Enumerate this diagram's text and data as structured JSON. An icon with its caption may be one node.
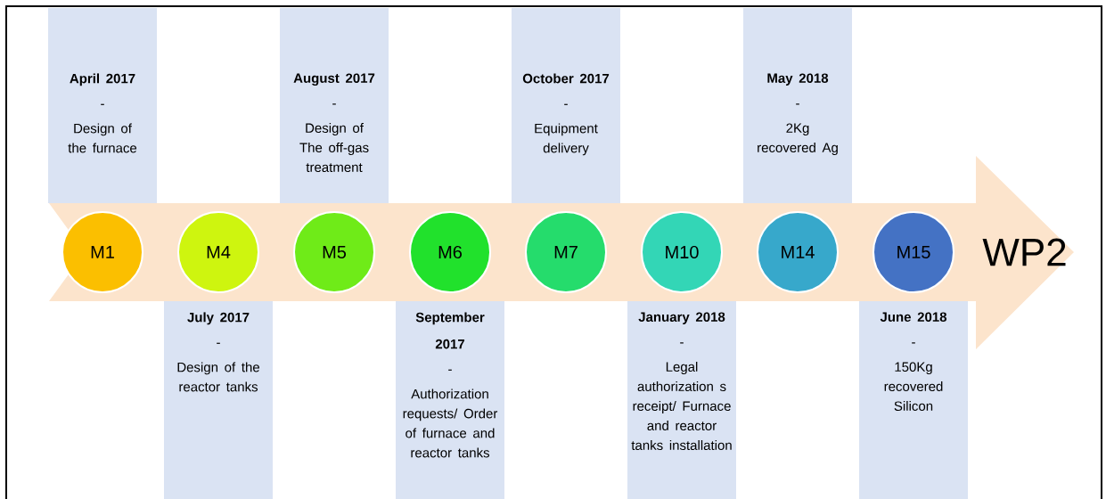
{
  "diagram": {
    "nodes": [
      {
        "text": [
          "WP2"
        ]
      },
      {
        "text": [
          "M1"
        ],
        "in": 0
      },
      {
        "text": [
          "M4"
        ],
        "in": 0
      },
      {
        "text": [
          "M5"
        ],
        "in": 0
      },
      {
        "text": [
          "M6"
        ],
        "in": 0
      },
      {
        "text": [
          "M7"
        ],
        "in": 0
      },
      {
        "text": [
          "M10"
        ],
        "in": 0
      },
      {
        "text": [
          "M14"
        ],
        "in": 0
      },
      {
        "text": [
          "M15"
        ],
        "in": 0
      },
      {
        "text": [
          "April 2017",
          "-",
          "Design of the furnace"
        ]
      },
      {
        "text": [
          "July 2017",
          "-",
          "Design of the reactor tanks"
        ]
      },
      {
        "text": [
          "August 2017",
          "-",
          "Design of The off-gas treatment"
        ]
      },
      {
        "text": [
          "September 2017",
          "-",
          "Authorization requests/ Order of furnace and reactor tanks"
        ]
      },
      {
        "text": [
          "October 2017",
          "-",
          "Equipment delivery"
        ]
      },
      {
        "text": [
          "January 2018",
          "-",
          "Legal authorization s receipt/ Furnace and reactor tanks installation"
        ]
      },
      {
        "text": [
          "May 2018",
          "-",
          "2Kg recovered Ag"
        ]
      },
      {
        "text": [
          "June 2018",
          "-",
          "150Kg recovered Silicon"
        ]
      }
    ]
  }
}
